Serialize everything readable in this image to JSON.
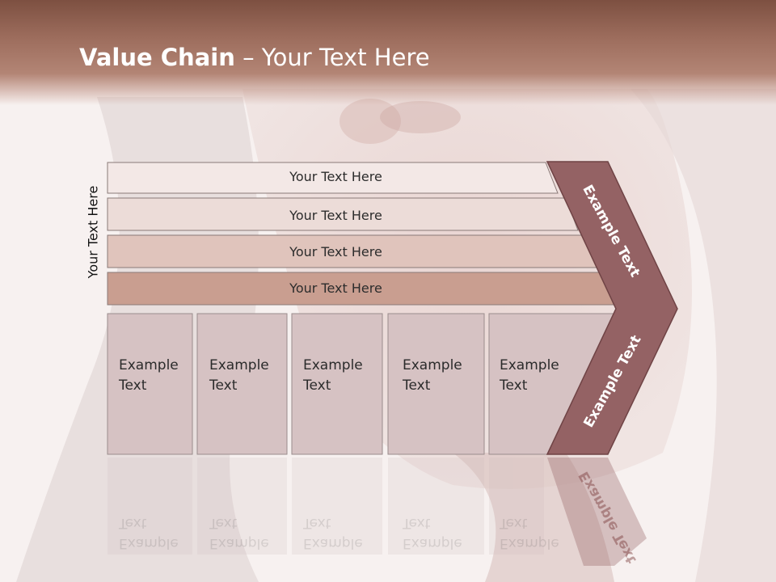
{
  "slide": {
    "title_bold": "Value Chain",
    "title_rest": " – Your Text Here",
    "side_label": "Your Text Here"
  },
  "bars": [
    {
      "label": "Your Text Here"
    },
    {
      "label": "Your Text Here"
    },
    {
      "label": "Your Text Here"
    },
    {
      "label": "Your Text Here"
    }
  ],
  "cells": [
    {
      "line1": "Example",
      "line2": "Text"
    },
    {
      "line1": "Example",
      "line2": "Text"
    },
    {
      "line1": "Example",
      "line2": "Text"
    },
    {
      "line1": "Example",
      "line2": "Text"
    },
    {
      "line1": "Example",
      "line2": "Text"
    }
  ],
  "arrow": {
    "upper_label": "Example Text",
    "lower_label": "Example Text"
  },
  "colors": {
    "header": "#8f5f50",
    "bar1": "#f3e8e6",
    "bar2": "#ecdcd8",
    "bar3": "#e0c4bc",
    "bar4": "#c99e90",
    "cells": "#d6c2c3",
    "chevron": "#946264",
    "chevron_border": "#6f4345"
  },
  "background_image": "portrait-photo"
}
